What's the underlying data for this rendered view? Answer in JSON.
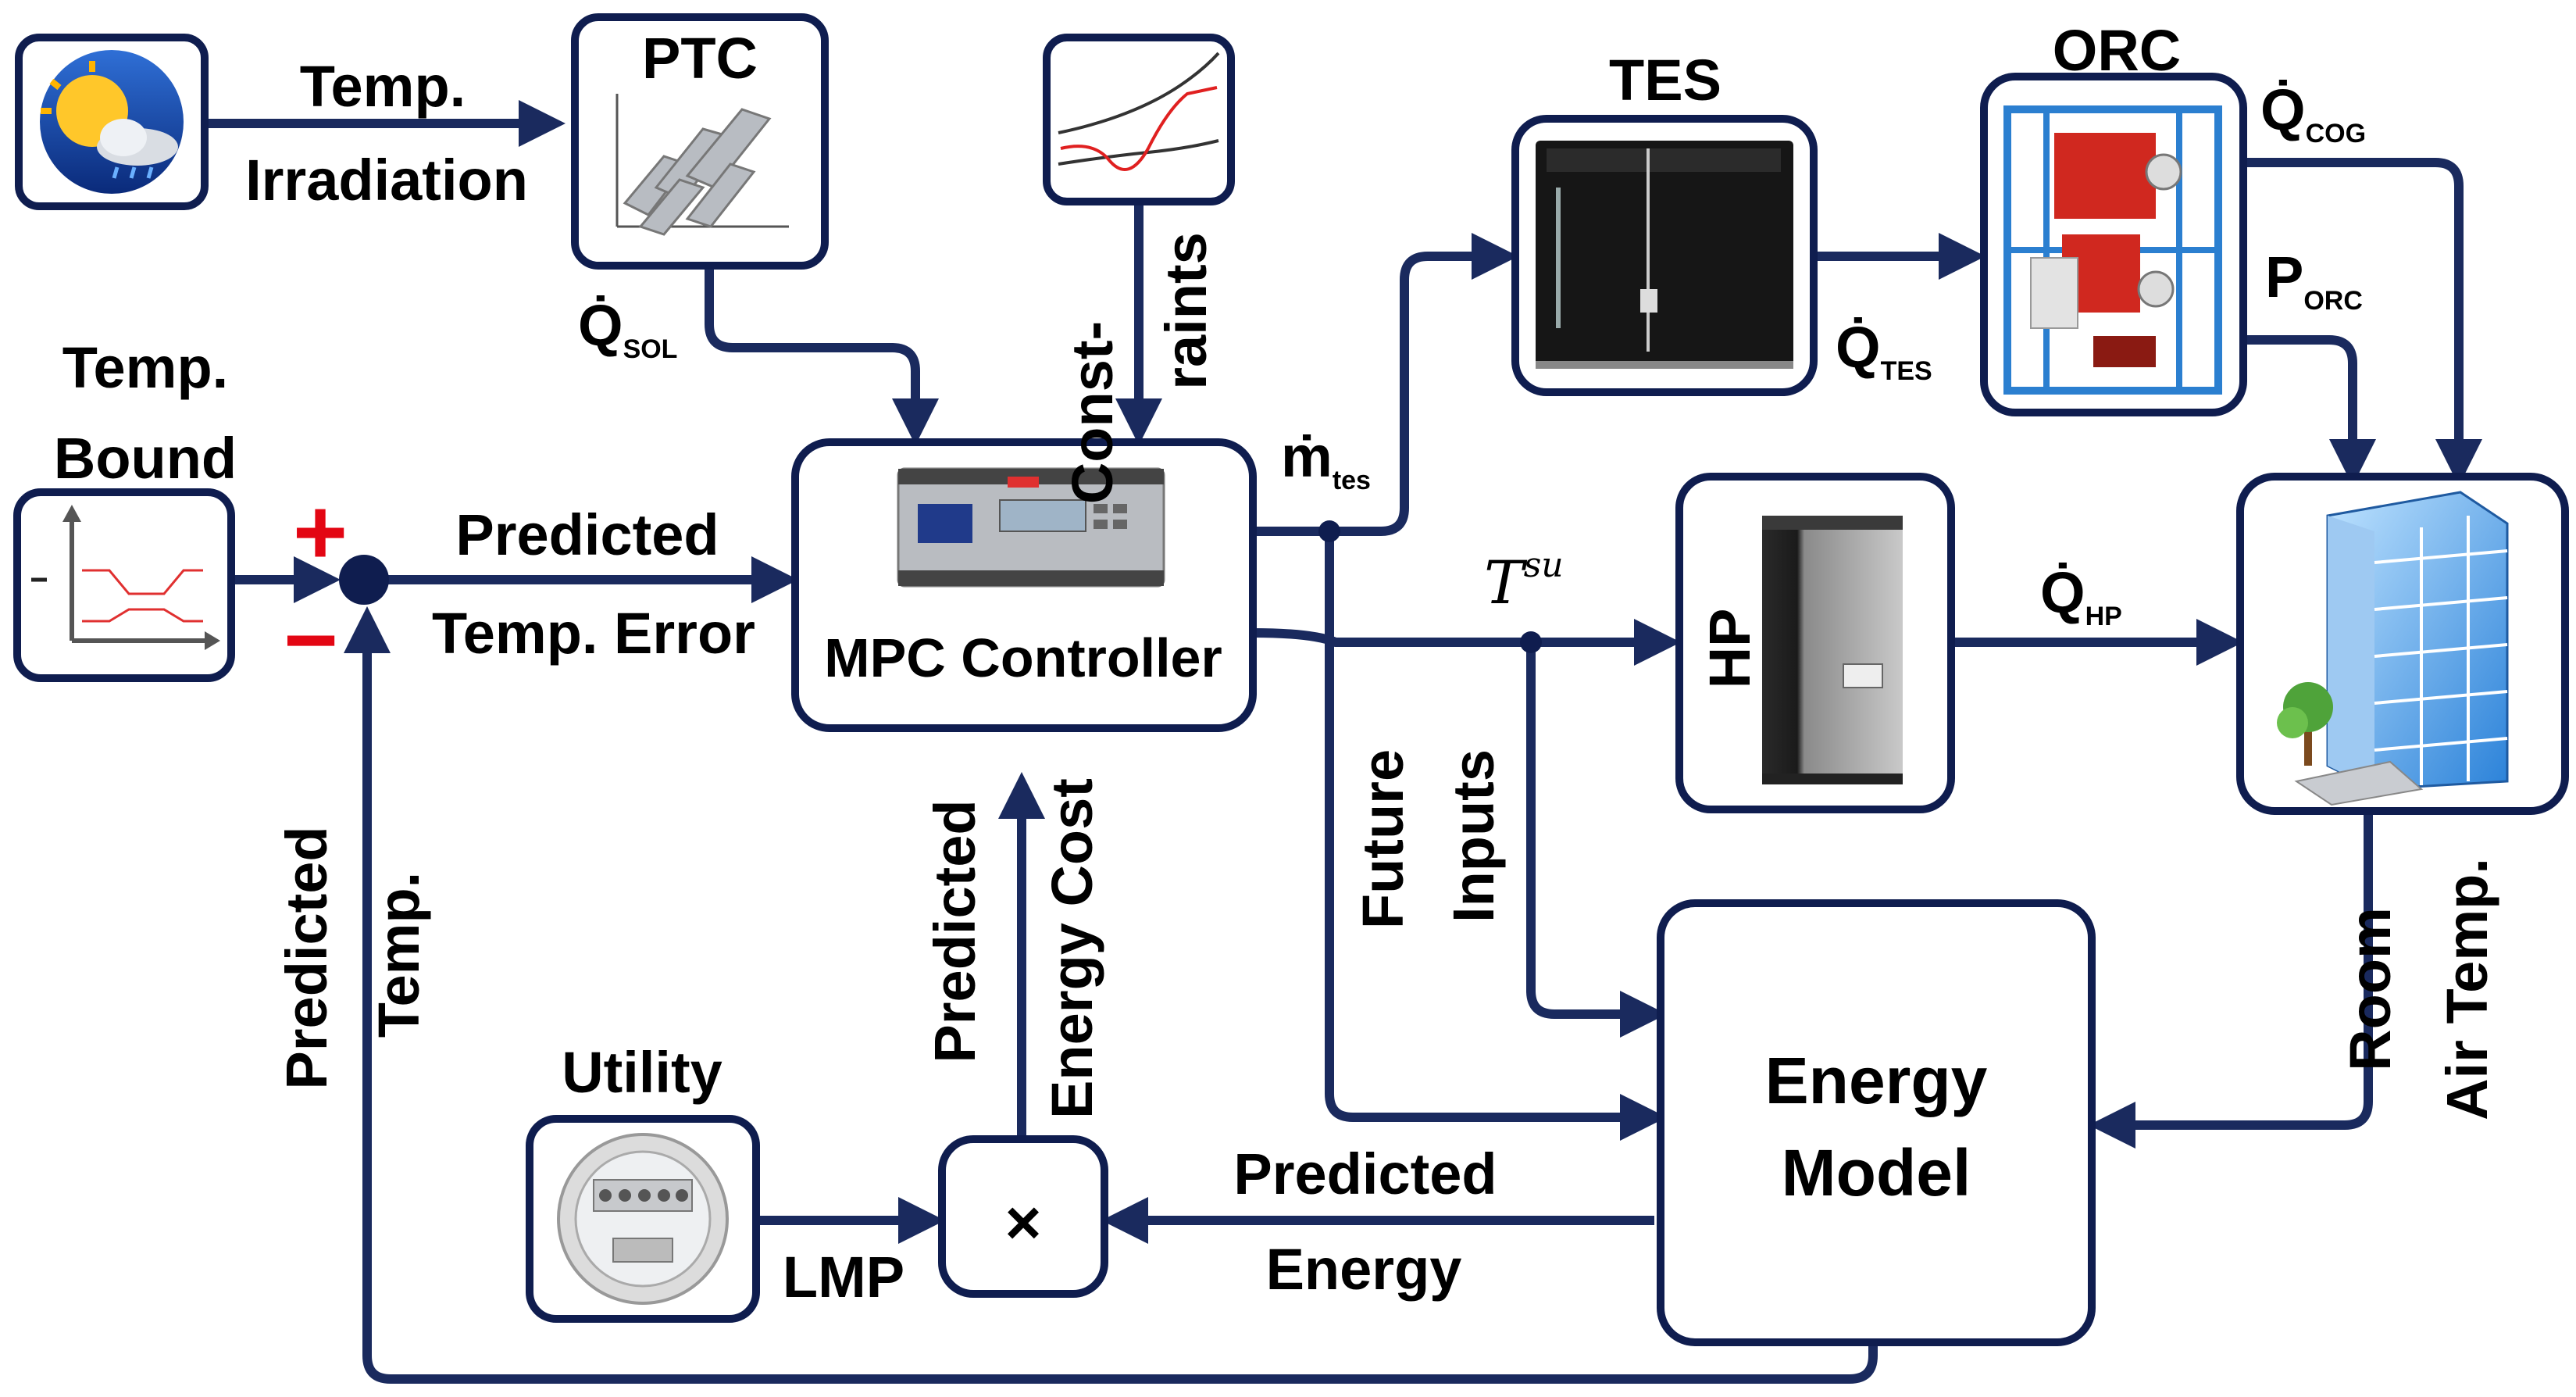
{
  "colors": {
    "line": "#1a2a5e",
    "box_border": "#0f1d4f",
    "text": "#000000",
    "plus_minus": "#e30613"
  },
  "icons": {
    "weather": "weather-sun-cloud-icon",
    "ptc": "solar-collector-icon",
    "constraints": "constraint-curve-chart-icon",
    "temp_bound": "temperature-bound-chart-icon",
    "controller": "plc-controller-icon",
    "tes": "thermal-storage-tank-icon",
    "orc": "orc-unit-icon",
    "hp": "heat-pump-icon",
    "building": "office-building-icon",
    "utility": "electric-meter-icon"
  },
  "labels": {
    "temp": "Temp.",
    "irradiation": "Irradiation",
    "ptc": "PTC",
    "q_sol_main": "Q̇",
    "q_sol_sub": "SOL",
    "constraints_1": "Const-",
    "constraints_2": "raints",
    "temp_bound_1": "Temp.",
    "temp_bound_2": "Bound",
    "plus": "+",
    "minus": "−",
    "predicted": "Predicted",
    "temp_error": "Temp. Error",
    "mpc_controller": "MPC Controller",
    "m_tes_main": "ṁ",
    "m_tes_sub": "tes",
    "tes": "TES",
    "q_tes_main": "Q̇",
    "q_tes_sub": "TES",
    "orc": "ORC",
    "q_cog_main": "Q̇",
    "q_cog_sub": "COG",
    "p_orc_main": "P",
    "p_orc_sub": "ORC",
    "t_su_main": "T",
    "t_su_sup": "su",
    "hp": "HP",
    "q_hp_main": "Q̇",
    "q_hp_sub": "HP",
    "future": "Future",
    "inputs": "Inputs",
    "room": "Room",
    "air_temp": "Air Temp.",
    "energy_model_1": "Energy",
    "energy_model_2": "Model",
    "predicted_energy_1": "Predicted",
    "predicted_energy_2": "Energy",
    "utility": "Utility",
    "lmp": "LMP",
    "multiply": "×",
    "pred_cost_1": "Predicted",
    "pred_cost_2": "Energy Cost",
    "pred_temp_1": "Predicted",
    "pred_temp_2": "Temp."
  }
}
